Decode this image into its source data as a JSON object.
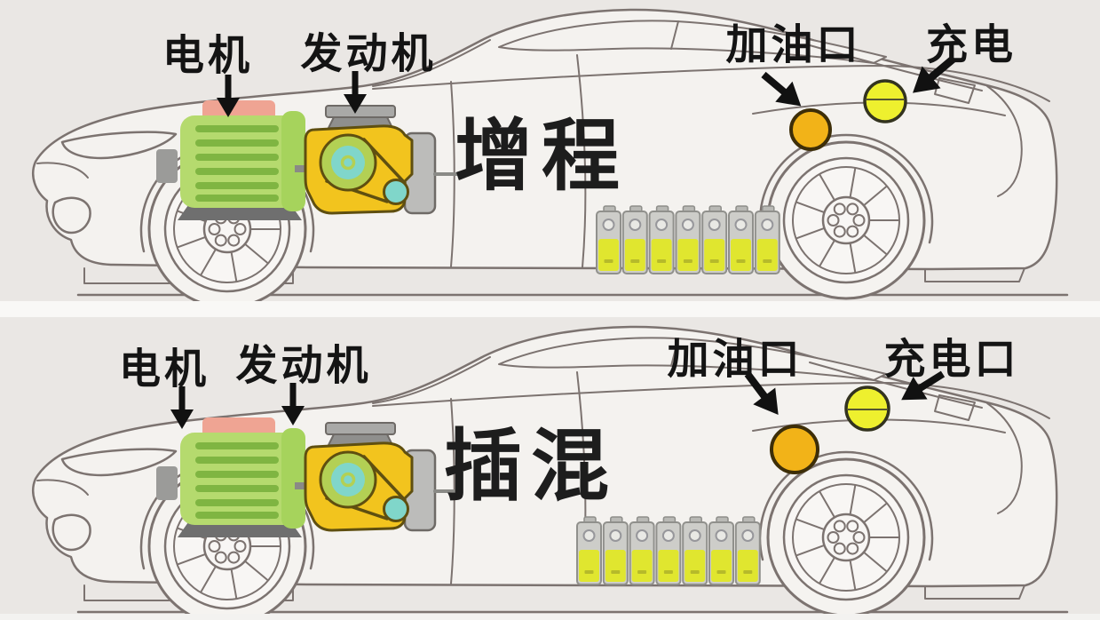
{
  "panels": [
    {
      "id": "range-extender",
      "title": "增程",
      "labels": {
        "motor": "电机",
        "engine": "发动机",
        "fuel_port": "加油口",
        "charge_port": "充电"
      },
      "battery_cells": 7
    },
    {
      "id": "plug-in-hybrid",
      "title": "插混",
      "labels": {
        "motor": "电机",
        "engine": "发动机",
        "fuel_port": "加油口",
        "charge_port": "充电口"
      },
      "battery_cells": 7
    }
  ],
  "colors": {
    "panel_bg": "#eae7e4",
    "line": "#7c7370",
    "motor_green": "#b5da6e",
    "motor_stripe": "#7fb542",
    "motor_cap": "#a6d35c",
    "motor_top_salmon": "#efa493",
    "engine_yellow": "#f2c41e",
    "engine_outline": "#5f4f10",
    "pulley_ring": "#b3d054",
    "pulley_teal": "#80d6ca",
    "fuel_port_orange": "#f2b318",
    "fuel_port_outline": "#3d2e08",
    "charge_port_yellow": "#eef02e",
    "charge_port_outline": "#33331f",
    "battery_body": "#cdcdc9",
    "battery_border": "#90908c",
    "battery_yellow": "#e0e62f",
    "battery_terminal": "#b9b9b5",
    "battery_terminal_border": "#8e8e8a",
    "battery_dash": "#b6ba2a",
    "battery_circle_fill": "#e9e9e5",
    "battery_circle_stroke": "#97979b",
    "label_black": "#141414"
  }
}
